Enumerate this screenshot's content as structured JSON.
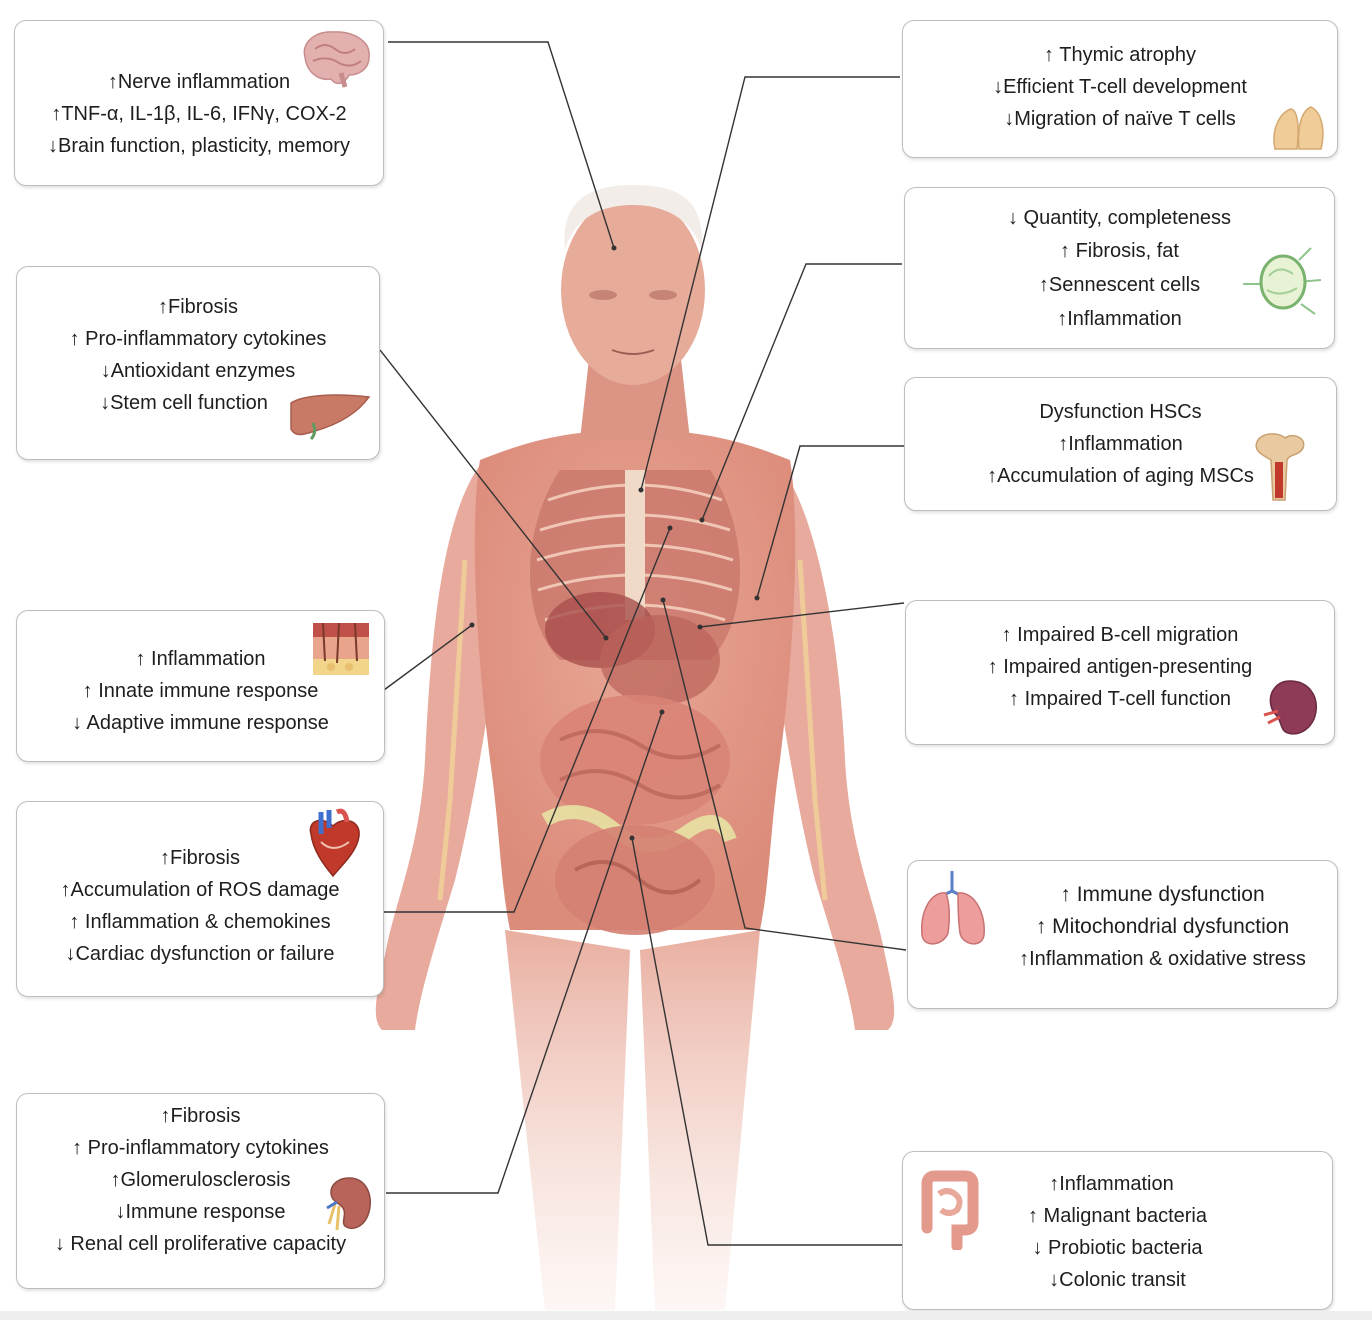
{
  "panels": {
    "brain": {
      "lines": [
        "↑Nerve inflammation",
        "↑TNF-α, IL-1β, IL-6, IFNγ, COX-2",
        "↓Brain function, plasticity, memory"
      ],
      "icon": "brain-icon"
    },
    "liver": {
      "lines": [
        "↑Fibrosis",
        "↑ Pro-inflammatory cytokines",
        "↓Antioxidant enzymes",
        "↓Stem cell function"
      ],
      "icon": "liver-icon"
    },
    "skin": {
      "lines": [
        "↑ Inflammation",
        "↑ Innate immune response",
        "↓ Adaptive immune response"
      ],
      "icon": "skin-icon"
    },
    "heart": {
      "lines": [
        "↑Fibrosis",
        "↑Accumulation of ROS damage",
        "↑ Inflammation & chemokines",
        "↓Cardiac dysfunction or failure"
      ],
      "icon": "heart-icon"
    },
    "kidney": {
      "lines": [
        "↑Fibrosis",
        "↑ Pro-inflammatory cytokines",
        "↑Glomerulosclerosis",
        "↓Immune response",
        "↓ Renal cell proliferative capacity"
      ],
      "icon": "kidney-icon"
    },
    "thymus": {
      "lines": [
        "↑ Thymic atrophy",
        "↓Efficient T-cell development",
        "↓Migration of naïve T cells"
      ],
      "icon": "thymus-icon"
    },
    "lymph_node": {
      "lines": [
        "↓ Quantity, completeness",
        "↑ Fibrosis, fat",
        "↑Sennescent cells",
        "↑Inflammation"
      ],
      "icon": "lymph-node-icon"
    },
    "bone_marrow": {
      "lines": [
        "Dysfunction HSCs",
        "↑Inflammation",
        "↑Accumulation of aging MSCs"
      ],
      "icon": "bone-icon"
    },
    "spleen": {
      "lines": [
        "↑ Impaired B-cell migration",
        "↑ Impaired antigen-presenting",
        "↑ Impaired T-cell function"
      ],
      "icon": "spleen-icon"
    },
    "lung": {
      "lines": [
        "↑ Immune dysfunction",
        "↑ Mitochondrial dysfunction",
        "↑Inflammation & oxidative stress"
      ],
      "icon": "lung-icon"
    },
    "colon": {
      "lines": [
        "↑Inflammation",
        "↑ Malignant bacteria",
        "↓ Probiotic bacteria",
        "↓Colonic transit"
      ],
      "icon": "colon-icon"
    }
  },
  "colors": {
    "border": "#bdbdbd",
    "connector": "#333333",
    "skin": "#eab4a4",
    "muscle": "#d98a7a"
  },
  "central_figure_icon": "elderly-human-anatomy-icon"
}
